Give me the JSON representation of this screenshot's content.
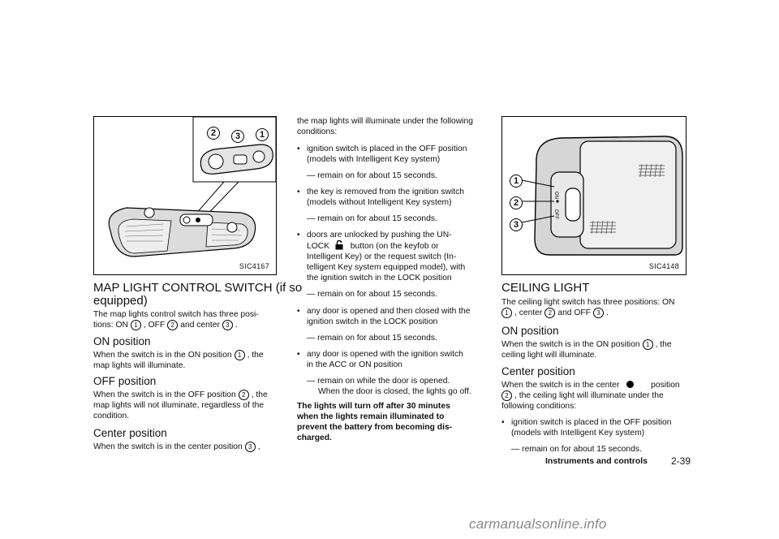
{
  "left": {
    "figure_code": "SIC4167",
    "figure_callouts": [
      "2",
      "3",
      "1"
    ],
    "title_line1": "MAP LIGHT CONTROL SWITCH (if so",
    "title_line2": "equipped)",
    "intro_line1": "The map lights control switch has three posi-",
    "intro_l2_a": "tions: ON",
    "intro_l2_n1": "1",
    "intro_l2_b": ", OFF",
    "intro_l2_n2": "2",
    "intro_l2_c": "and center",
    "intro_l2_n3": "3",
    "intro_l2_d": ".",
    "on_heading": "ON position",
    "on_l1_a": "When the switch is in the ON position",
    "on_l1_n": "1",
    "on_l1_b": ", the",
    "on_l2": "map lights will illuminate.",
    "off_heading": "OFF position",
    "off_l1_a": "When the switch is in the OFF position",
    "off_l1_n": "2",
    "off_l1_b": ", the",
    "off_l2": "map lights will not illuminate, regardless of the",
    "off_l3": "condition.",
    "center_heading": "Center position",
    "center_l1_a": "When the switch is in the center position",
    "center_l1_n": "3",
    "center_l1_b": ","
  },
  "middle": {
    "intro_l1": "the map lights will illuminate under the following",
    "intro_l2": "conditions:",
    "bullet_marker": "•",
    "b1_l1": "ignition switch is placed in the OFF position",
    "b1_l2": "(models with Intelligent Key system)",
    "b1_sub": "— remain on for about 15 seconds.",
    "b2_l1": "the key is removed from the ignition switch",
    "b2_l2": "(models without Intelligent Key system)",
    "b2_sub": "— remain on for about 15 seconds.",
    "b3_l1": "doors are unlocked by pushing the UN-",
    "b3_l2_a": "LOCK",
    "b3_l2_b": "button (on the keyfob or",
    "b3_l3": "Intelligent Key) or the request switch (In-",
    "b3_l4": "telligent Key system equipped model), with",
    "b3_l5": "the ignition switch in the LOCK position",
    "b3_sub": "— remain on for about 15 seconds.",
    "b4_l1": "any door is opened and then closed with the",
    "b4_l2": "ignition switch in the LOCK position",
    "b4_sub": "— remain on for about 15 seconds.",
    "b5_l1": "any door is opened with the ignition switch",
    "b5_l2": "in the ACC or ON position",
    "b5_sub1": "— remain on while the door is opened.",
    "b5_sub2": "When the door is closed, the lights go off.",
    "warn_l1": "The lights will turn off after 30 minutes",
    "warn_l2": "when the lights remain illuminated to",
    "warn_l3": "prevent the battery from becoming dis-",
    "warn_l4": "charged."
  },
  "right": {
    "figure_code": "SIC4148",
    "figure_callouts": [
      "1",
      "2",
      "3"
    ],
    "figure_switch_labels": [
      "ON",
      "OFF"
    ],
    "title": "CEILING LIGHT",
    "intro_l1": "The ceiling light switch has three positions: ON",
    "intro_l2_n1": "1",
    "intro_l2_a": ", center",
    "intro_l2_n2": "2",
    "intro_l2_b": "and OFF",
    "intro_l2_n3": "3",
    "intro_l2_c": ".",
    "on_heading": "ON position",
    "on_l1_a": "When the switch is in the ON position",
    "on_l1_n": "1",
    "on_l1_b": ", the",
    "on_l2": "ceiling light will illuminate.",
    "center_heading": "Center position",
    "center_l1_a": "When the switch is in the center",
    "center_l1_b": "position",
    "center_l2_n": "2",
    "center_l2_a": ", the ceiling light will illuminate under the",
    "center_l3": "following conditions:",
    "bullet_marker": "•",
    "b1_l1": "ignition switch is placed in the OFF position",
    "b1_l2": "(models with Intelligent Key system)",
    "b1_sub": "— remain on for about 15 seconds."
  },
  "footer": {
    "section": "Instruments and controls",
    "page": "2-39"
  },
  "watermark": "carmanualsonline.info"
}
